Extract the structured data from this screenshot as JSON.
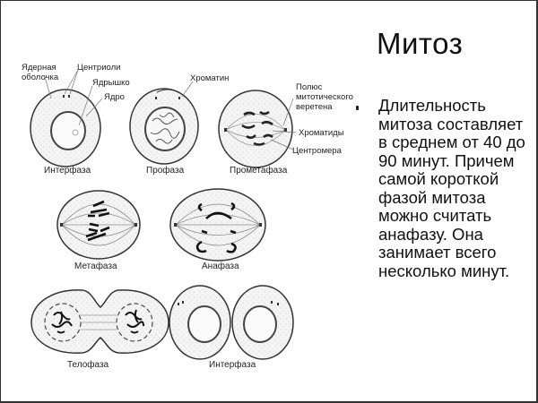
{
  "slide": {
    "title": "Митоз",
    "bullet_text": "Длительность митоза составляет в среднем от 40 до 90 минут. Причем самой короткой фазой митоза можно считать анафазу. Она занимает всего несколько минут."
  },
  "diagram": {
    "annotations": {
      "nuclear_envelope": "Ядерная оболочка",
      "centrioles": "Центриоли",
      "nucleolus": "Ядрышко",
      "nucleus": "Ядро",
      "chromatin": "Хроматин",
      "spindle_pole": "Полюс митотического веретена",
      "chromatids": "Хроматиды",
      "centromere": "Центромера"
    },
    "phases": [
      {
        "label": "Интерфаза"
      },
      {
        "label": "Профаза"
      },
      {
        "label": "Прометафаза"
      },
      {
        "label": "Метафаза"
      },
      {
        "label": "Анафаза"
      },
      {
        "label": "Телофаза"
      },
      {
        "label": "Интерфаза"
      }
    ]
  }
}
